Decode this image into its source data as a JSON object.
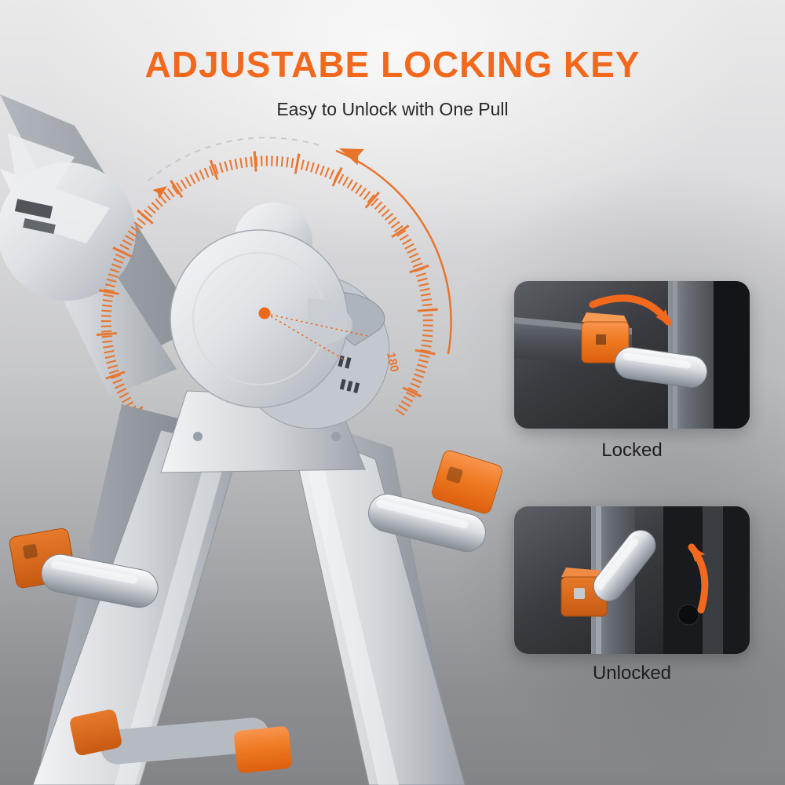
{
  "header": {
    "title": "ADJUSTABE LOCKING KEY",
    "subtitle": "Easy to Unlock with One Pull"
  },
  "annotations": {
    "degree_label": "180"
  },
  "insets": {
    "locked": {
      "label": "Locked"
    },
    "unlocked": {
      "label": "Unlocked"
    }
  },
  "icons": {
    "rotation_arrow": "curved-rotation-arrow",
    "lock_arrow": "curved-arrow-down",
    "unlock_arrow": "curved-arrow-up"
  },
  "colors": {
    "accent_orange": "#F2691D",
    "key_orange": "#EF7A22",
    "tick_orange": "#E8742C",
    "background_top": "#EDEDEE",
    "background_bottom": "#838487",
    "label_text": "#1D1D1F"
  }
}
